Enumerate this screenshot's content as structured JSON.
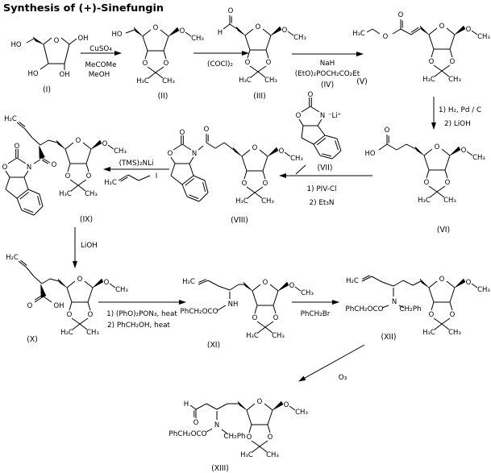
{
  "title": "Synthesis of (+)-Sinefungin",
  "atoms": {
    "O": "O",
    "HO": "HO",
    "OH": "OH",
    "H": "H",
    "N": "N",
    "NH": "NH",
    "I": "I",
    "H2C": "H₂C",
    "H3C": "H₃C",
    "CH3": "CH₃",
    "Li": "⁻Li⁺"
  },
  "groups": {
    "PhCH2OCO": "PhCH₂OCO",
    "CH2Ph": "CH₂Ph"
  },
  "compounds": {
    "I": "(I)",
    "II": "(II)",
    "III": "(III)",
    "IV": "(IV)",
    "V": "(V)",
    "VI": "(VI)",
    "VII": "(VII)",
    "VIII": "(VIII)",
    "IX": "(IX)",
    "X": "(X)",
    "XI": "(XI)",
    "XII": "(XII)",
    "XIII": "(XIII)"
  },
  "reagents": {
    "step1": {
      "above": "CuSO₄",
      "below1": "MeCOMe",
      "below2": "MeOH"
    },
    "step2": {
      "below": "(COCl)₂"
    },
    "step3": {
      "below1": "NaH",
      "below2": "(EtO)₂POCH₂CO₂Et"
    },
    "step4": {
      "line1": "1) H₂, Pd / C",
      "line2": "2) LiOH"
    },
    "step5": {
      "below1": "1) PIV-Cl",
      "below2": "2) Et₃N"
    },
    "step6": {
      "above": "(TMS)₂NLi"
    },
    "step7": {
      "label": "LiOH"
    },
    "step8": {
      "below1": "1) (PhO)₂PON₃, heat",
      "below2": "2) PhCH₂OH, heat"
    },
    "step9": {
      "below": "PhCH₂Br"
    },
    "step10": {
      "label": "O₃"
    }
  }
}
